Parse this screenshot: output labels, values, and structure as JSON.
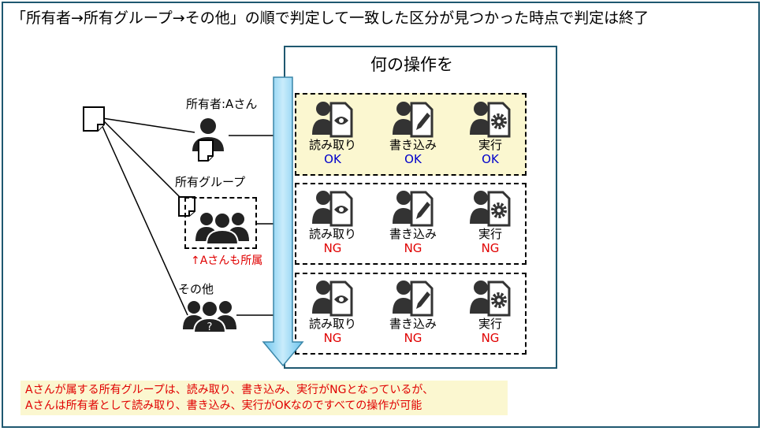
{
  "title": "「所有者→所有グループ→その他」の順で判定して一致した区分が見つかった時点で判定は終了",
  "operations_header": "何の操作を",
  "subjects": {
    "owner_label": "所有者:Aさん",
    "group_label": "所有グループ",
    "group_note": "↑Aさんも所属",
    "other_label": "その他"
  },
  "rows": [
    {
      "ops": [
        {
          "label": "読み取り",
          "result": "OK",
          "icon": "person-eye-icon"
        },
        {
          "label": "書き込み",
          "result": "OK",
          "icon": "person-pen-icon"
        },
        {
          "label": "実行",
          "result": "OK",
          "icon": "person-gear-icon"
        }
      ]
    },
    {
      "ops": [
        {
          "label": "読み取り",
          "result": "NG",
          "icon": "person-eye-icon"
        },
        {
          "label": "書き込み",
          "result": "NG",
          "icon": "person-pen-icon"
        },
        {
          "label": "実行",
          "result": "NG",
          "icon": "person-gear-icon"
        }
      ]
    },
    {
      "ops": [
        {
          "label": "読み取り",
          "result": "NG",
          "icon": "person-eye-icon"
        },
        {
          "label": "書き込み",
          "result": "NG",
          "icon": "person-pen-icon"
        },
        {
          "label": "実行",
          "result": "NG",
          "icon": "person-gear-icon"
        }
      ]
    }
  ],
  "footer": {
    "line1": "Aさんが属する所有グループは、読み取り、書き込み、実行がNGとなっているが、",
    "line2": "Aさんは所有者として読み取り、書き込み、実行がOKなのですべての操作が可能"
  },
  "colors": {
    "frame": "#1f5870",
    "ok": "#0000cc",
    "ng": "#e00000",
    "highlight": "#fbf7d0",
    "arrow": "#8fd3f4"
  }
}
